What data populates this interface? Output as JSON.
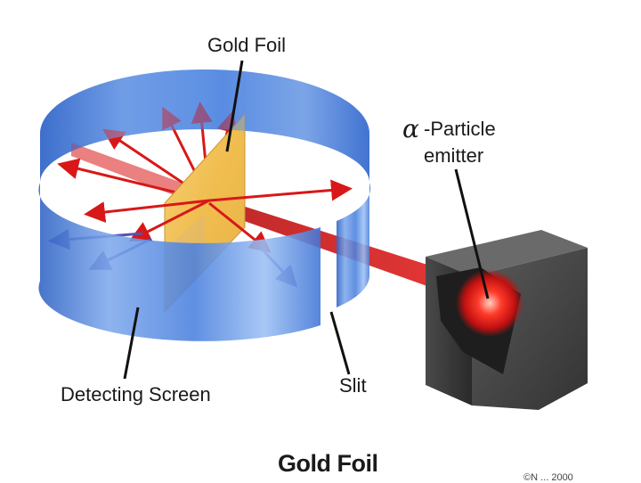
{
  "labels": {
    "gold_foil": "Gold Foil",
    "alpha_symbol": "α",
    "emitter_line1": "-Particle",
    "emitter_line2": "emitter",
    "detecting_screen": "Detecting Screen",
    "slit": "Slit"
  },
  "caption": "Gold Foil",
  "copyright": "©N ... 2000",
  "colors": {
    "screen_blue": "#4f86d8",
    "foil_gold": "#f3c45c",
    "beam_red": "#d81818",
    "emitter_block": "#3a3a3a",
    "deflected_purple": "#5a4fb0"
  }
}
